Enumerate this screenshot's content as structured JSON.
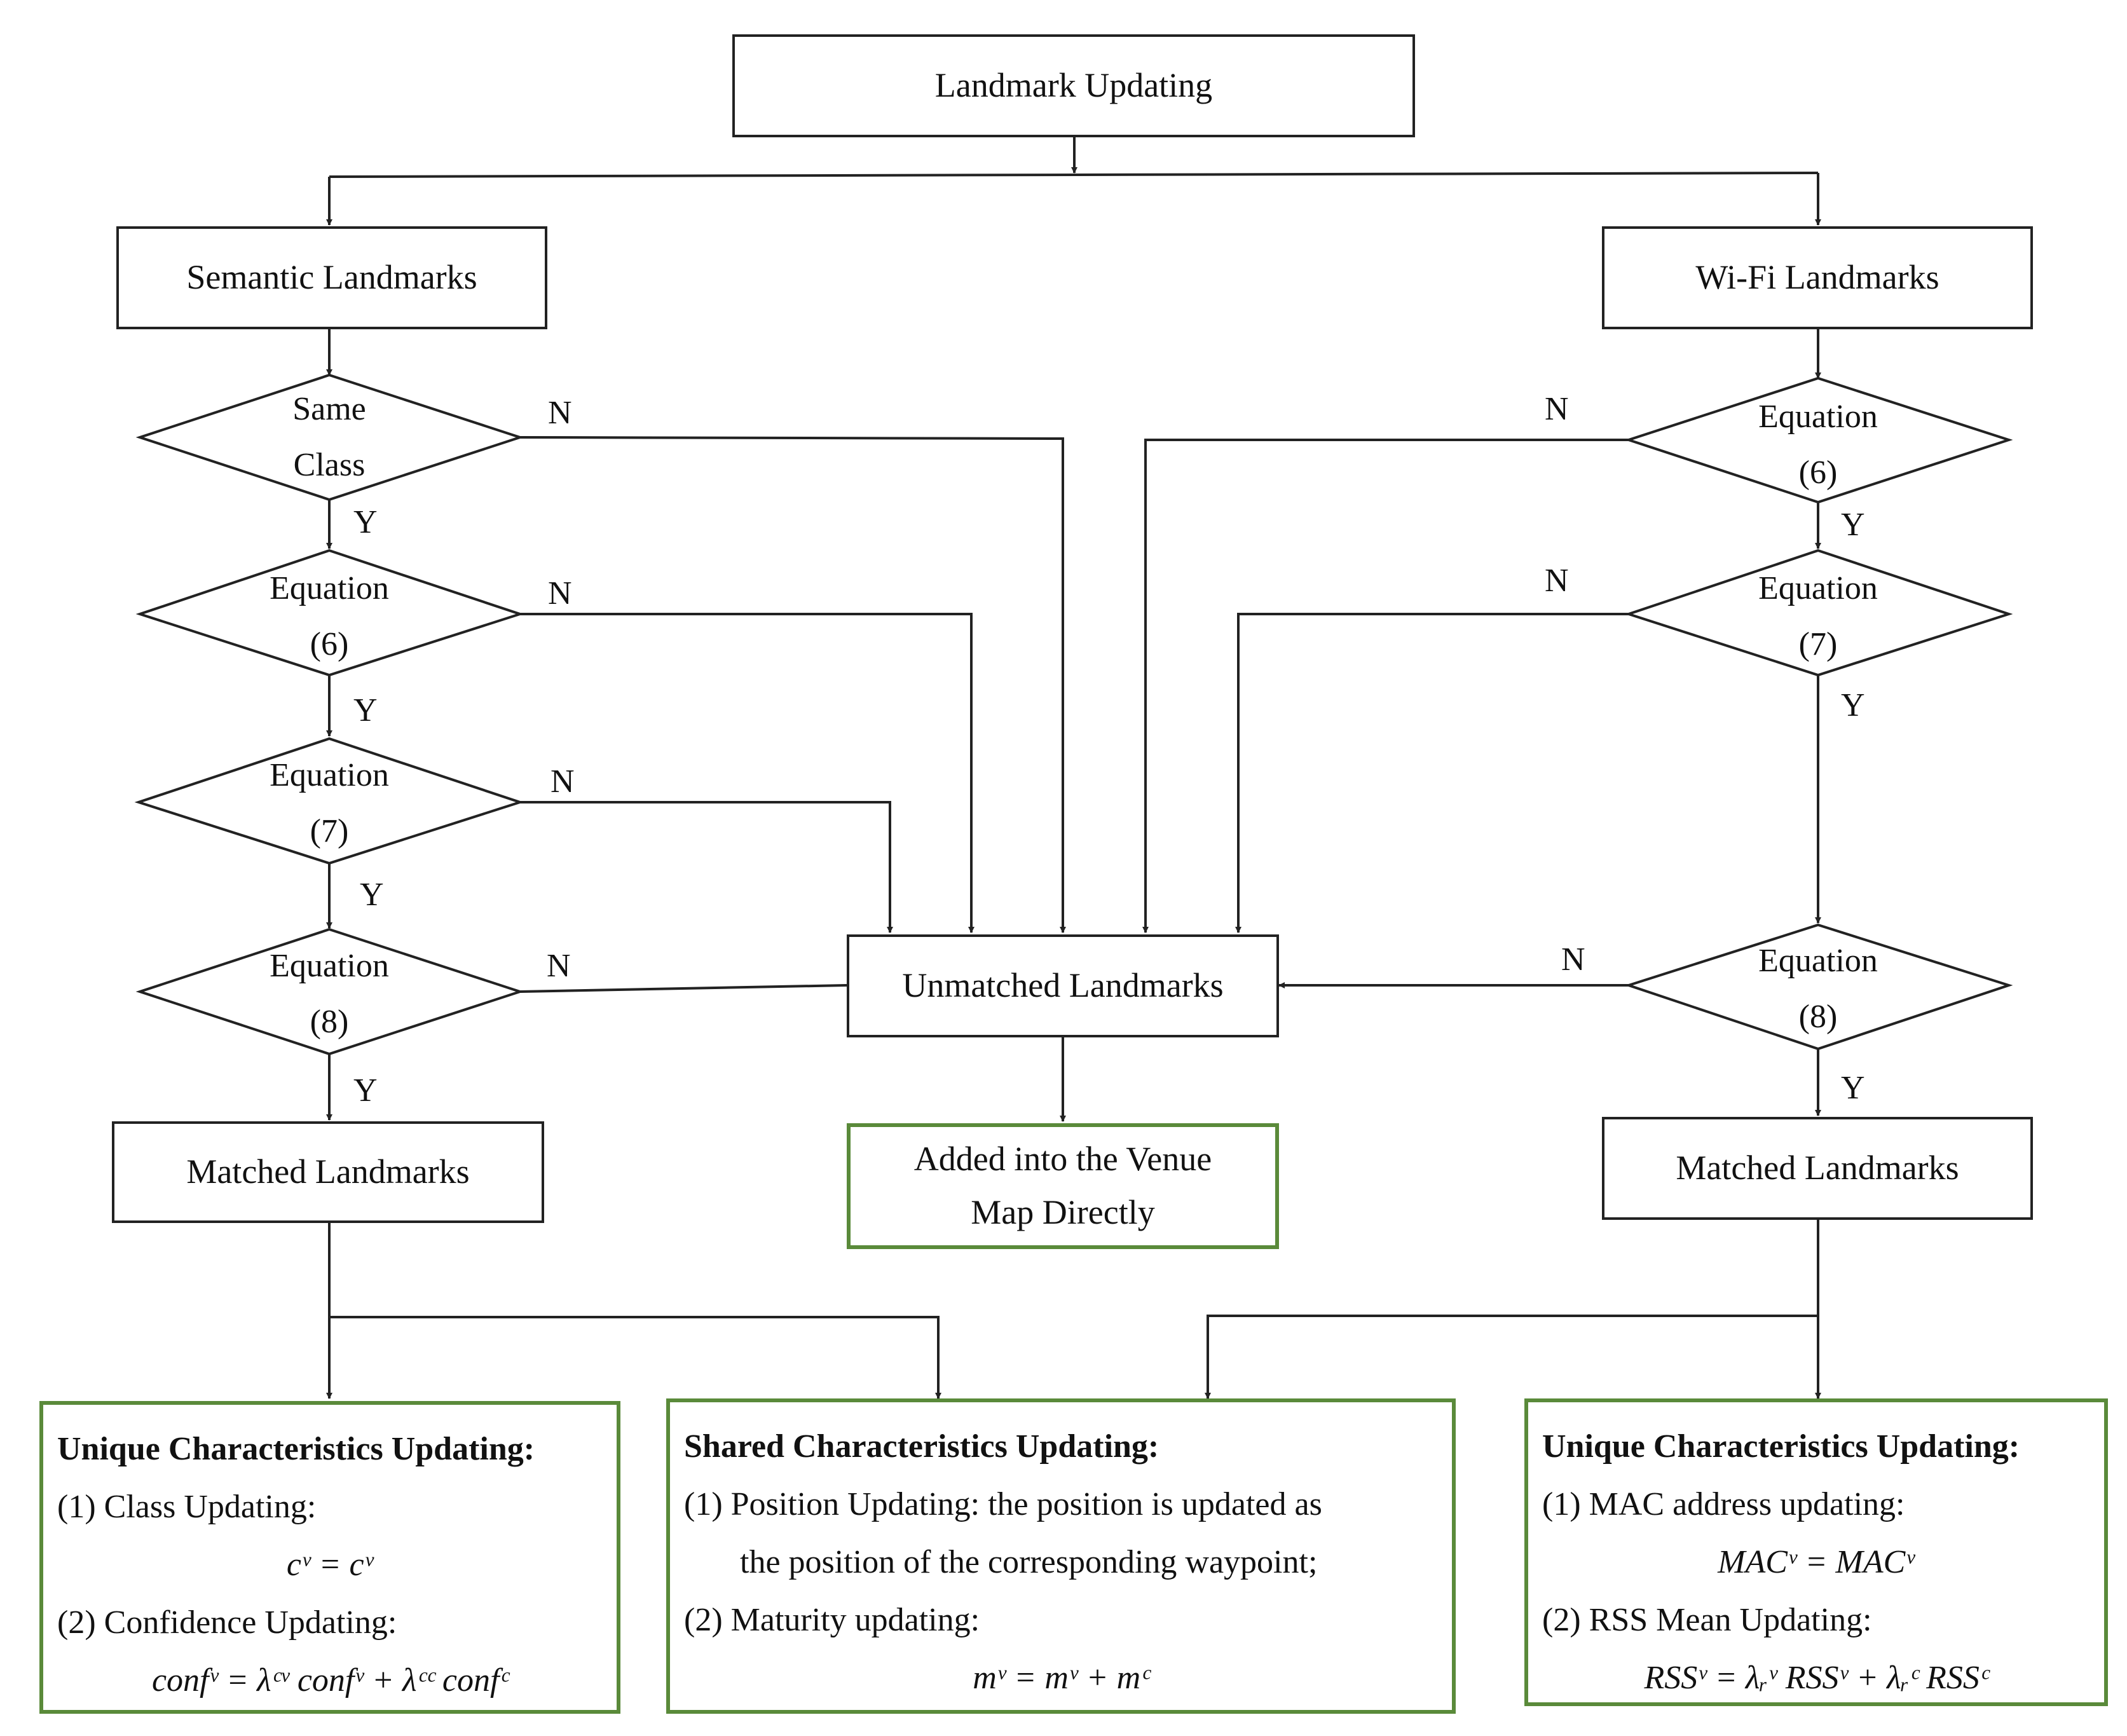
{
  "top": {
    "title": "Landmark Updating"
  },
  "semantic": {
    "title": "Semantic Landmarks",
    "d1": [
      "Same",
      "Class"
    ],
    "d2": [
      "Equation",
      "(6)"
    ],
    "d3": [
      "Equation",
      "(7)"
    ],
    "d4": [
      "Equation",
      "(8)"
    ],
    "matched": "Matched Landmarks"
  },
  "wifi": {
    "title": "Wi-Fi Landmarks",
    "d1": [
      "Equation",
      "(6)"
    ],
    "d2": [
      "Equation",
      "(7)"
    ],
    "d3": [
      "Equation",
      "(8)"
    ],
    "matched": "Matched Landmarks"
  },
  "center": {
    "unmatched": "Unmatched Landmarks",
    "added": [
      "Added into the Venue",
      "Map Directly"
    ]
  },
  "flow": {
    "yes": "Y",
    "no": "N"
  },
  "panels": {
    "left": {
      "title": "Unique Characteristics Updating:",
      "item1": "(1)  Class Updating:",
      "eq1": "cᵛ = cᵛ",
      "item2": "(2) Confidence Updating:",
      "eq2": "confᵛ = λᶜᵛ confᵛ + λᶜᶜ confᶜ"
    },
    "middle": {
      "title": "Shared Characteristics Updating:",
      "item1a": "(1)  Position Updating: the position is updated as",
      "item1b": "the position of the corresponding waypoint;",
      "item2": "(2)  Maturity updating:",
      "eq1": "mᵛ = mᵛ + mᶜ"
    },
    "right": {
      "title": "Unique Characteristics Updating:",
      "item1": "(1)  MAC address updating:",
      "eq1": "MACᵛ = MACᵛ",
      "item2": "(2) RSS Mean Updating:",
      "eq2": "RSSᵛ = λᵣᵛ RSSᵛ + λᵣᶜ RSSᶜ"
    }
  },
  "colors": {
    "green_border": "#5a8a3a",
    "line": "#222222"
  }
}
